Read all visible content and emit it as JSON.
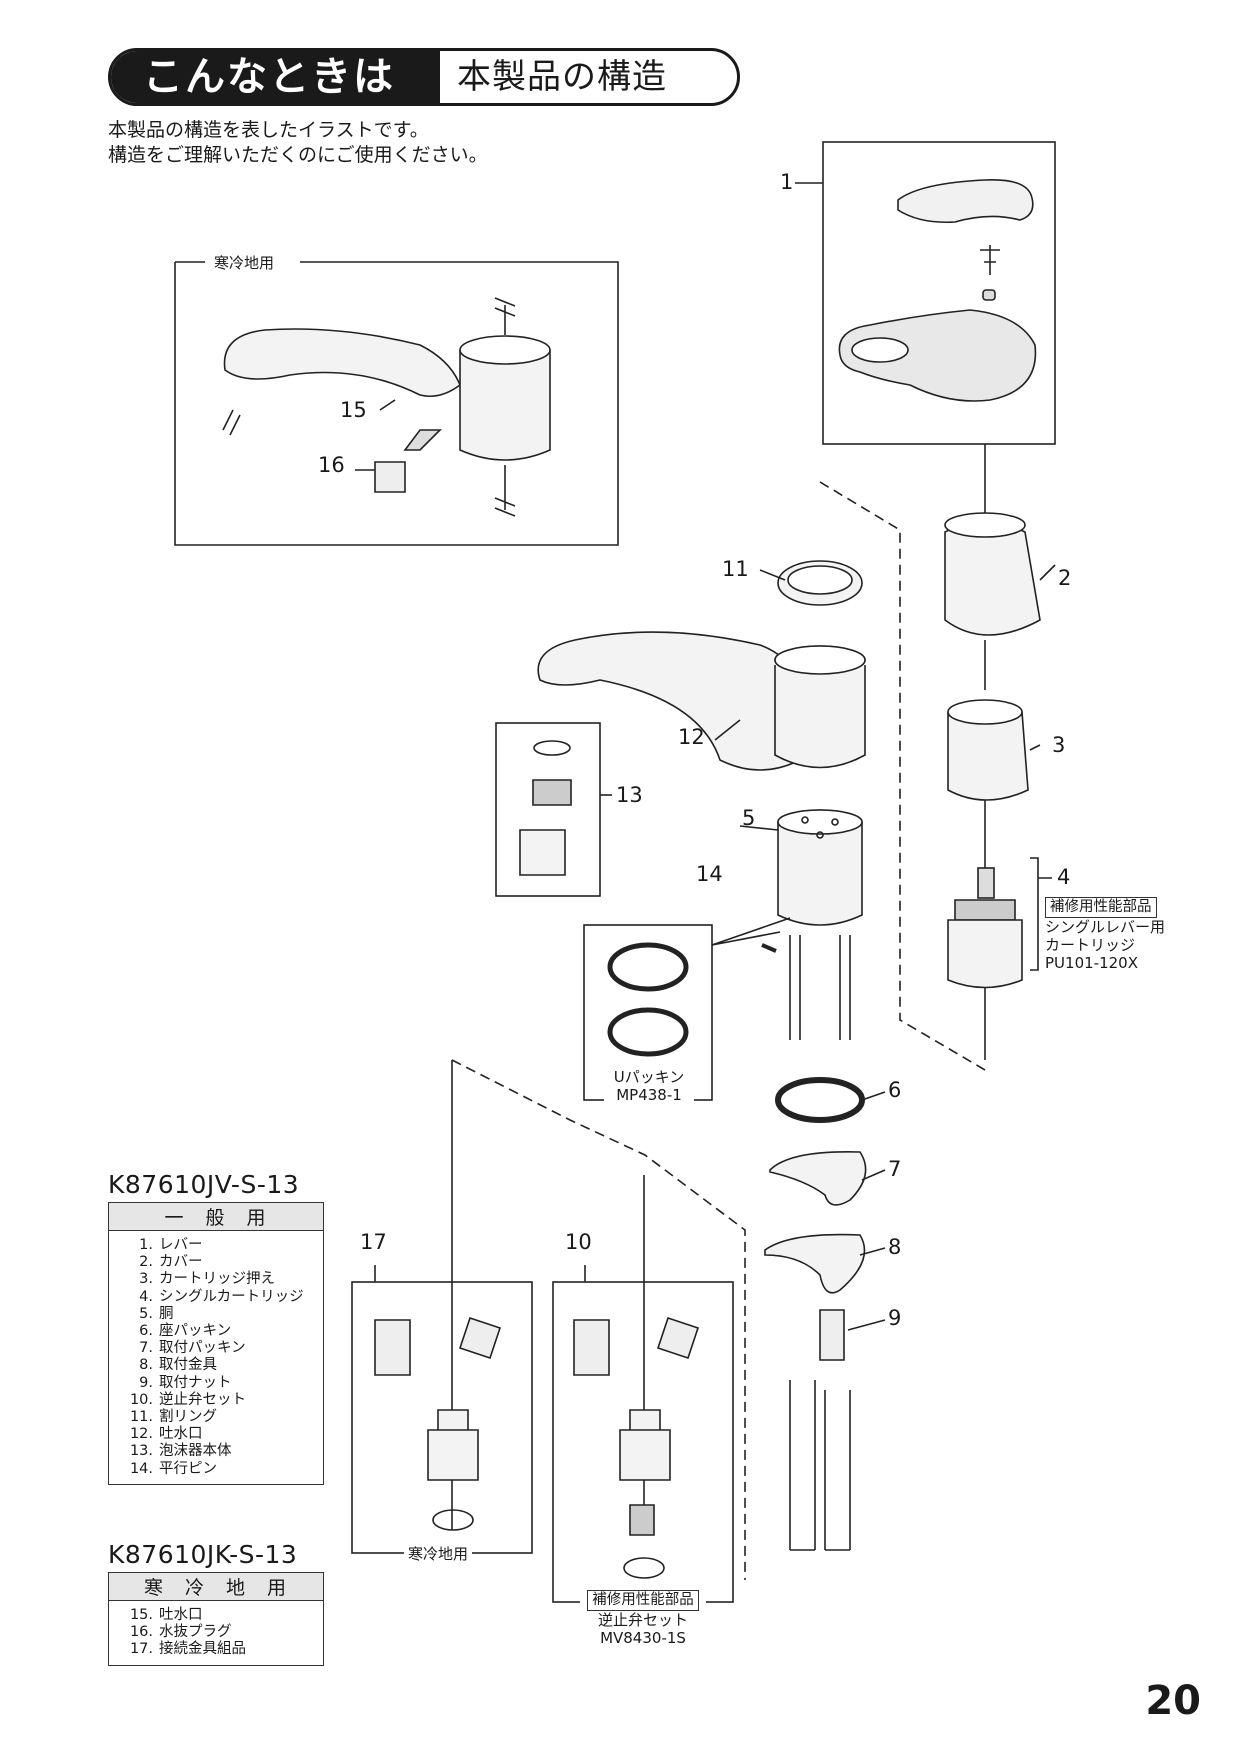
{
  "header": {
    "title": "こんなときは",
    "subtitle": "本製品の構造"
  },
  "intro": {
    "line1": "本製品の構造を表したイラストです。",
    "line2": "構造をご理解いただくのにご使用ください。"
  },
  "cold_box_label": "寒冷地用",
  "callouts": {
    "c1": "1",
    "c2": "2",
    "c3": "3",
    "c4": "4",
    "c5": "5",
    "c6": "6",
    "c7": "7",
    "c8": "8",
    "c9": "9",
    "c10": "10",
    "c11": "11",
    "c12": "12",
    "c13": "13",
    "c14": "14",
    "c15": "15",
    "c16": "16",
    "c17": "17"
  },
  "cartridge": {
    "badge": "補修用性能部品",
    "line1": "シングルレバー用",
    "line2": "カートリッジ",
    "code": "PU101-120X"
  },
  "upacking": {
    "name": "Uパッキン",
    "code": "MP438-1"
  },
  "box17_label": "寒冷地用",
  "checkvalve": {
    "badge": "補修用性能部品",
    "name": "逆止弁セット",
    "code": "MV8430-1S"
  },
  "general": {
    "model": "K87610JV-S-13",
    "heading": "一般用",
    "items": [
      {
        "num": "1.",
        "name": "レバー"
      },
      {
        "num": "2.",
        "name": "カバー"
      },
      {
        "num": "3.",
        "name": "カートリッジ押え"
      },
      {
        "num": "4.",
        "name": "シングルカートリッジ"
      },
      {
        "num": "5.",
        "name": "胴"
      },
      {
        "num": "6.",
        "name": "座パッキン"
      },
      {
        "num": "7.",
        "name": "取付パッキン"
      },
      {
        "num": "8.",
        "name": "取付金具"
      },
      {
        "num": "9.",
        "name": "取付ナット"
      },
      {
        "num": "10.",
        "name": "逆止弁セット"
      },
      {
        "num": "11.",
        "name": "割リング"
      },
      {
        "num": "12.",
        "name": "吐水口"
      },
      {
        "num": "13.",
        "name": "泡沫器本体"
      },
      {
        "num": "14.",
        "name": "平行ピン"
      }
    ]
  },
  "cold": {
    "model": "K87610JK-S-13",
    "heading": "寒冷地用",
    "items": [
      {
        "num": "15.",
        "name": "吐水口"
      },
      {
        "num": "16.",
        "name": "水抜プラグ"
      },
      {
        "num": "17.",
        "name": "接続金具組品"
      }
    ]
  },
  "page_number": "20"
}
